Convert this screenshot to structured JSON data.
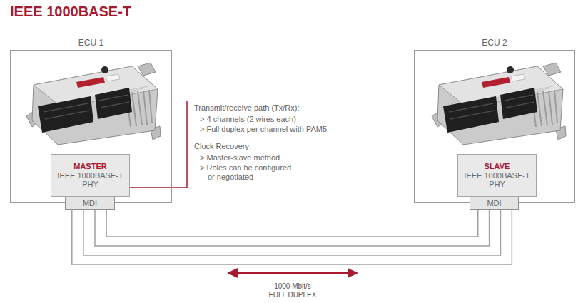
{
  "diagram": {
    "title": "IEEE 1000BASE-T",
    "nodes": [
      {
        "text": [
          "ECU 1"
        ]
      },
      {
        "text": [
          "MASTER",
          "IEEE 1000BASE-T PHY"
        ],
        "in": 0
      },
      {
        "text": [
          "MDI"
        ],
        "in": 0
      },
      {
        "text": [
          "ECU 2"
        ]
      },
      {
        "text": [
          "SLAVE",
          "IEEE 1000BASE-T PHY"
        ],
        "in": 3
      },
      {
        "text": [
          "MDI"
        ],
        "in": 3
      }
    ],
    "edges": [
      {
        "from": 2,
        "to": 5,
        "arrow": "none"
      },
      {
        "from": 2,
        "to": 5,
        "arrow": "none"
      },
      {
        "from": 2,
        "to": 5,
        "arrow": "none"
      },
      {
        "from": 2,
        "to": 5,
        "arrow": "none"
      }
    ],
    "labels": [
      "Transmit/receive path (Tx/Rx):",
      "> 4 channels (2 wires each)",
      "> Full duplex per channel with PAM5",
      "Clock Recovery:",
      "> Master-slave method",
      "> Roles can be configured or negotiated",
      "1000 Mbit/s FULL DUPLEX"
    ]
  }
}
